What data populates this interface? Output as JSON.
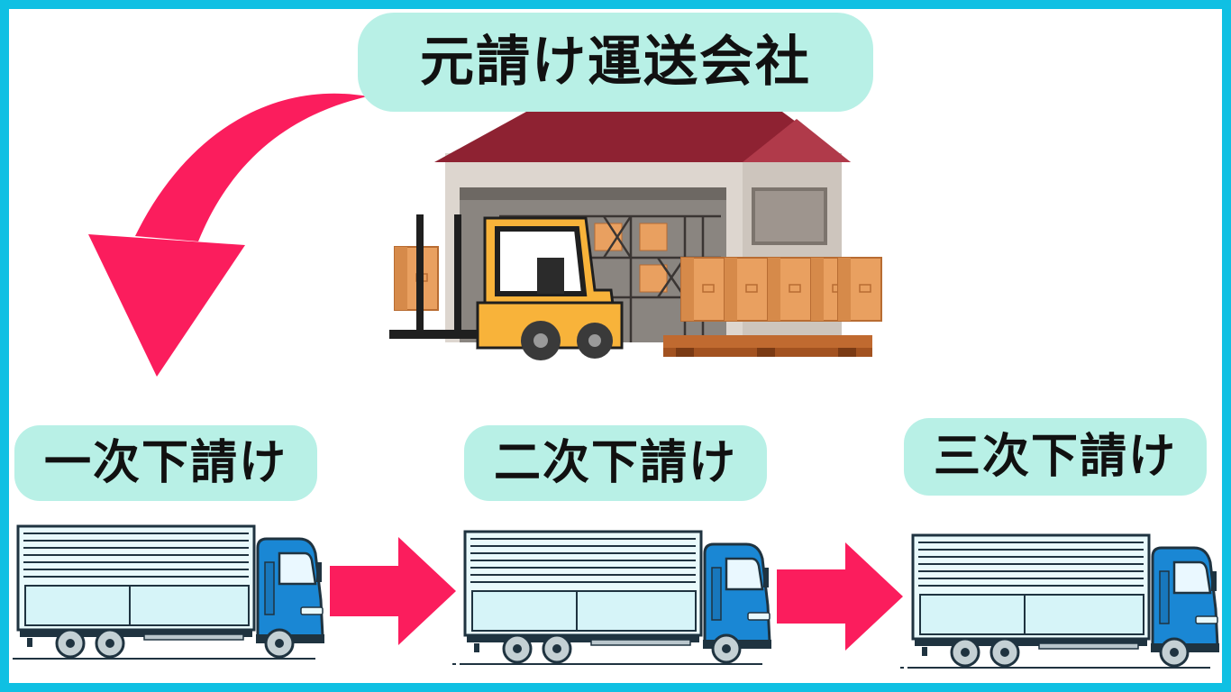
{
  "labels": {
    "prime_contractor": "元請け運送会社",
    "first_tier": "一次下請け",
    "second_tier": "二次下請け",
    "third_tier": "三次下請け"
  },
  "colors": {
    "border": "#0fc0e3",
    "label_bg": "#b8f0e6",
    "arrow": "#fb1d5d",
    "truck_cab": "#1a87d4",
    "warehouse_roof": "#8e2232",
    "box": "#e9a060",
    "forklift": "#f8b33a"
  },
  "icons": [
    "curved-arrow-icon",
    "warehouse-icon",
    "forklift-icon",
    "truck-icon",
    "right-arrow-icon"
  ]
}
